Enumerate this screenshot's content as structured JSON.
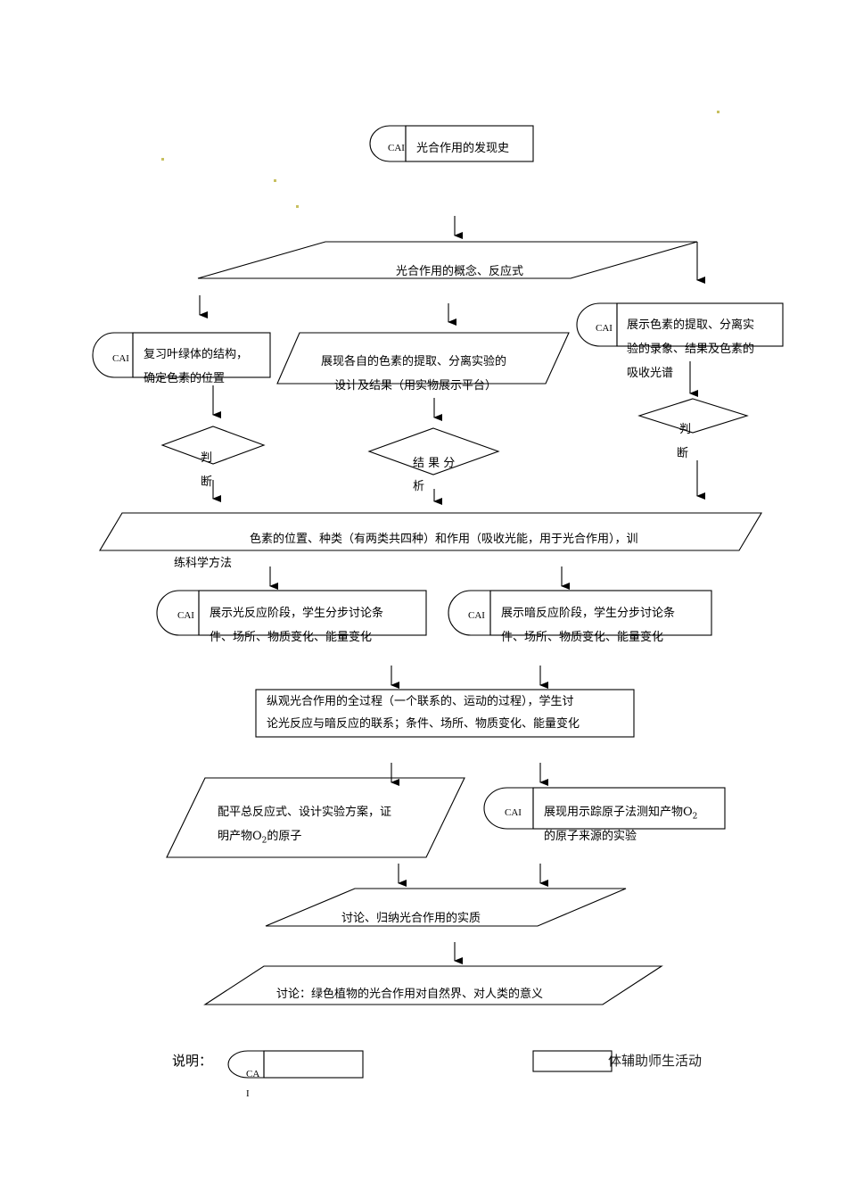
{
  "cai_tag": "CAI",
  "nodes": {
    "discovery": "光合作用的发现史",
    "concept": "光合作用的概念、反应式",
    "review_l1": "复习叶绿体的结构，",
    "review_l2": "确定色素的位置",
    "expt_l1": "展现各自的色素的提取、分离实验的",
    "expt_l2": "设计及结果（用实物展示平台）",
    "cai_show_l1": "展示色素的提取、分离实",
    "cai_show_l2": "验的录象、结果及色素的",
    "cai_show_l3": "吸收光谱",
    "judge_left_1": "判",
    "judge_left_2": "断",
    "analysis_1": "结 果 分",
    "analysis_2": "析",
    "judge_right_1": "判",
    "judge_right_2": "断",
    "pigment_l1": "色素的位置、种类（有两类共四种）和作用（吸收光能，用于光合作用），训",
    "pigment_l2": "练科学方法",
    "light_l1": "展示光反应阶段，学生分步讨论条",
    "light_l2": "件、场所、物质变化、能量变化",
    "dark_l1": "展示暗反应阶段，学生分步讨论条",
    "dark_l2": "件、场所、物质变化、能量变化",
    "overview_l1": "纵观光合作用的全过程（一个联系的、运动的过程），学生讨",
    "overview_l2": "论光反应与暗反应的联系；条件、场所、物质变化、能量变化",
    "balance_l1": "配平总反应式、设计实验方案，证",
    "balance_l2_pre": "明产物O",
    "balance_l2_sub": "2",
    "balance_l2_post": "的原子",
    "tracer_l1_pre": "展现用示踪原子法测知产物O",
    "tracer_l1_sub": "2",
    "tracer_l2": "的原子来源的实验",
    "essence": "讨论、归纳光合作用的实质",
    "significance": "讨论：绿色植物的光合作用对自然界、对人类的意义"
  },
  "legend": {
    "label": "说明：",
    "cai_a": "CA",
    "cai_b": "I",
    "right_text": "体辅助师生活动"
  }
}
